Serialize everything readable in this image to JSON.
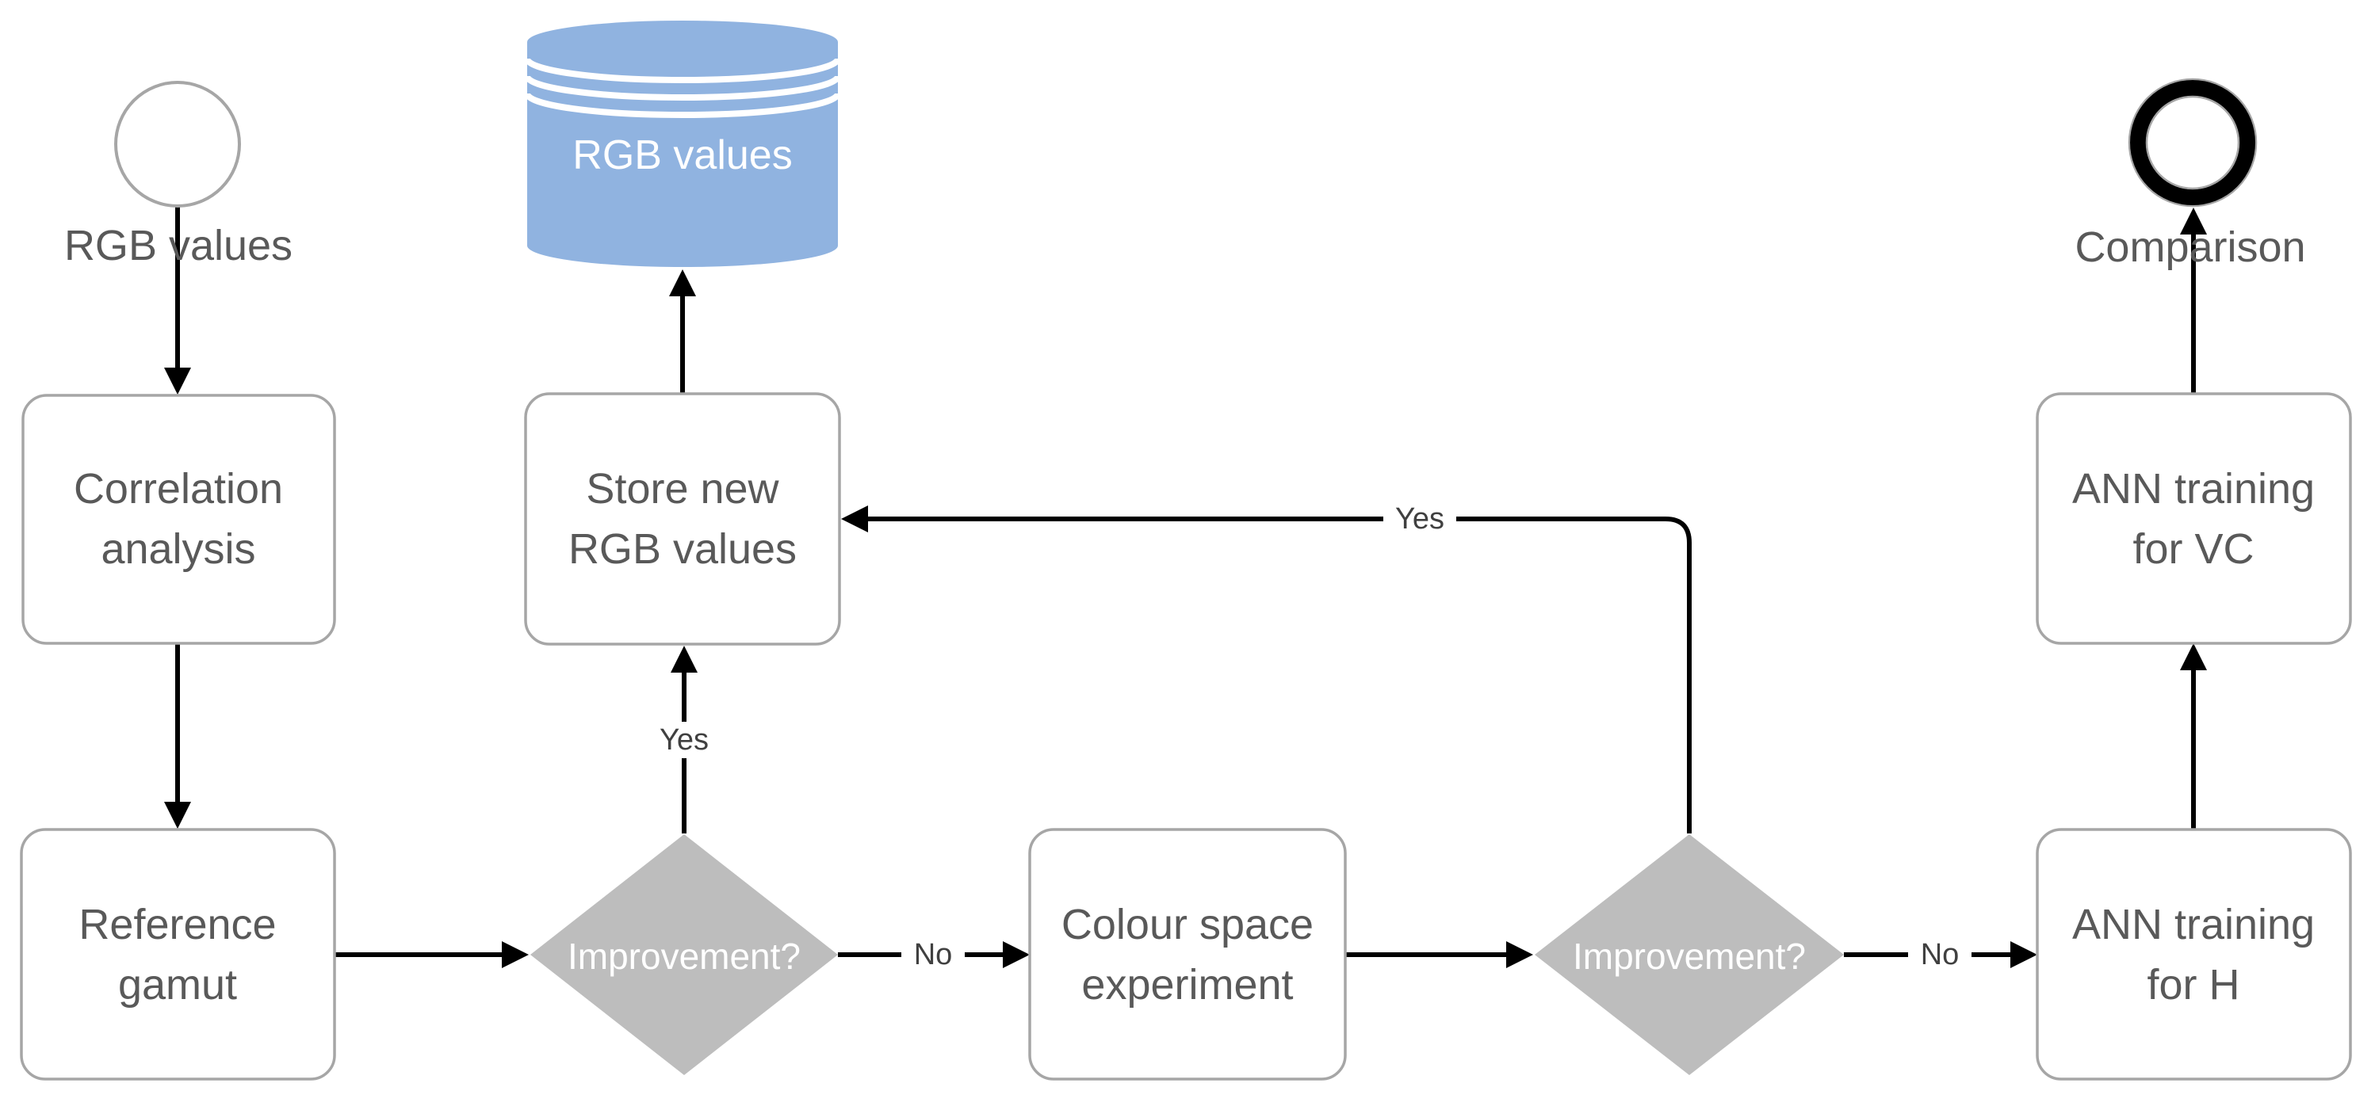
{
  "diagram": {
    "start_event": {
      "label": "RGB values"
    },
    "datastore": {
      "label": "RGB values"
    },
    "end_event": {
      "label": "Comparison"
    },
    "nodes": {
      "correlation": {
        "line1": "Correlation",
        "line2": "analysis"
      },
      "store": {
        "line1": "Store new",
        "line2": "RGB values"
      },
      "reference": {
        "line1": "Reference",
        "line2": "gamut"
      },
      "colour": {
        "line1": "Colour space",
        "line2": "experiment"
      },
      "ann_vc": {
        "line1": "ANN training",
        "line2": "for VC"
      },
      "ann_h": {
        "line1": "ANN training",
        "line2": "for H"
      }
    },
    "decisions": {
      "improvement1": {
        "label": "Improvement?"
      },
      "improvement2": {
        "label": "Improvement?"
      }
    },
    "edge_labels": {
      "yes1": "Yes",
      "yes2": "Yes",
      "no1": "No",
      "no2": "No"
    },
    "colors": {
      "datastore_fill": "#90B3E0",
      "decision_fill": "#BDBDBD",
      "node_border": "#A6A6A6",
      "node_text": "#595959",
      "edge": "#000000",
      "edge_label_text": "#404040",
      "decision_text": "#FFFFFF",
      "datastore_text": "#FFFFFF"
    }
  }
}
